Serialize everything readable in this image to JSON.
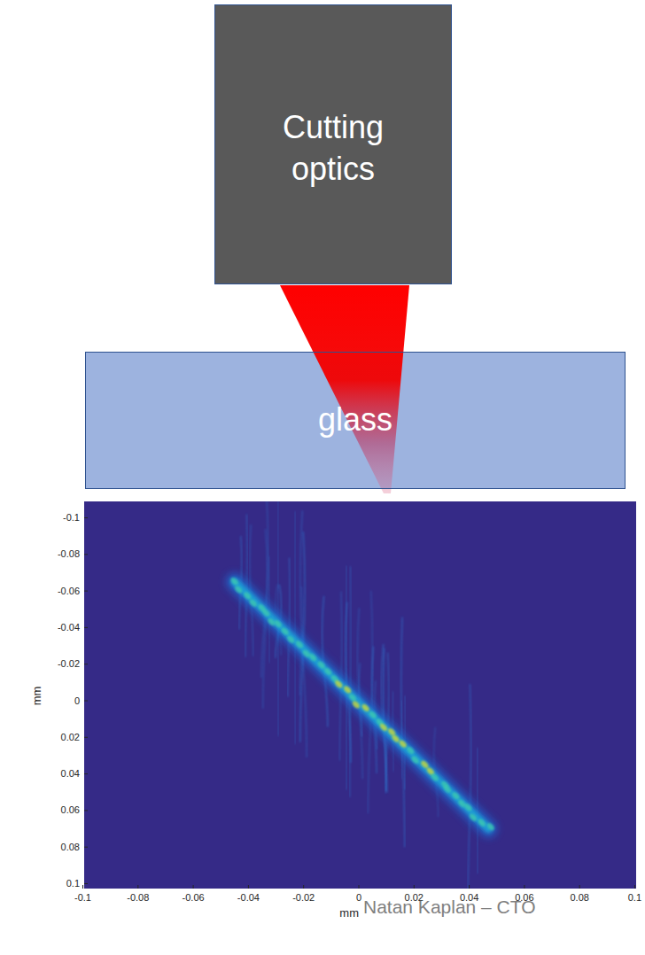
{
  "diagram": {
    "nodes": [
      {
        "text": [
          "Cutting optics"
        ]
      },
      {
        "text": [
          "glass"
        ]
      }
    ],
    "labels": [
      "-0.1",
      "-0.08",
      "-0.06",
      "-0.04",
      "-0.02",
      "0",
      "0.02",
      "0.04",
      "0.06",
      "0.08",
      "0.1",
      "mm",
      "-0.1",
      "-0.08",
      "-0.06",
      "-0.04",
      "-0.02",
      "0",
      "0.02",
      "0.04",
      "0.06",
      "0.08",
      "0.1",
      "mm",
      "Natan Kaplan – CTO"
    ]
  }
}
